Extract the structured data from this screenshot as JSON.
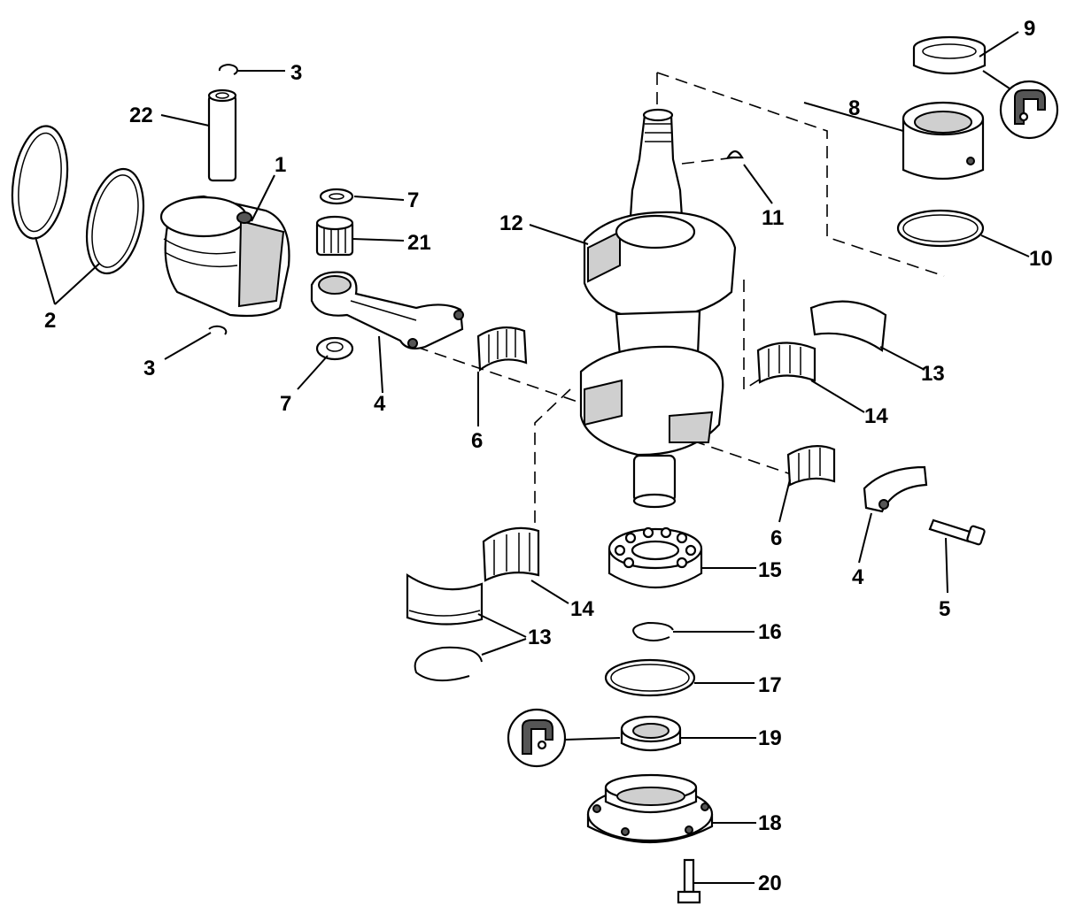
{
  "callouts": {
    "c1": "1",
    "c2": "2",
    "c3a": "3",
    "c3b": "3",
    "c4a": "4",
    "c4b": "4",
    "c5": "5",
    "c6a": "6",
    "c6b": "6",
    "c7a": "7",
    "c7b": "7",
    "c8": "8",
    "c9": "9",
    "c10": "10",
    "c11": "11",
    "c12": "12",
    "c13a": "13",
    "c13b": "13",
    "c14a": "14",
    "c14b": "14",
    "c15": "15",
    "c16": "16",
    "c17": "17",
    "c18": "18",
    "c19": "19",
    "c20": "20",
    "c21": "21",
    "c22": "22"
  },
  "icons": {
    "sealant_top": "sealant-applicator-icon",
    "sealant_bottom": "sealant-applicator-icon"
  }
}
